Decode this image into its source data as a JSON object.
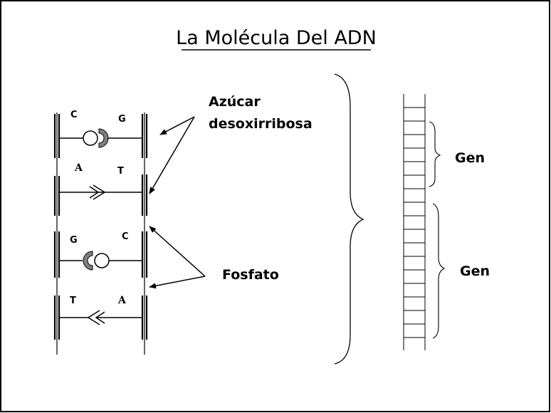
{
  "title": "La Molécula Del ADN",
  "labels": {
    "sugar_line1": "Azúcar",
    "sugar_line2": "desoxirribosa",
    "phosphate": "Fosfato",
    "gene_top": "Gen",
    "gene_bottom": "Gen"
  },
  "base_pairs": [
    {
      "left": "C",
      "right": "G"
    },
    {
      "left": "A",
      "right": "T"
    },
    {
      "left": "G",
      "right": "C"
    },
    {
      "left": "T",
      "right": "A"
    }
  ],
  "colors": {
    "nucleotide_gray": "#7f7f7f",
    "ink": "#000000"
  }
}
